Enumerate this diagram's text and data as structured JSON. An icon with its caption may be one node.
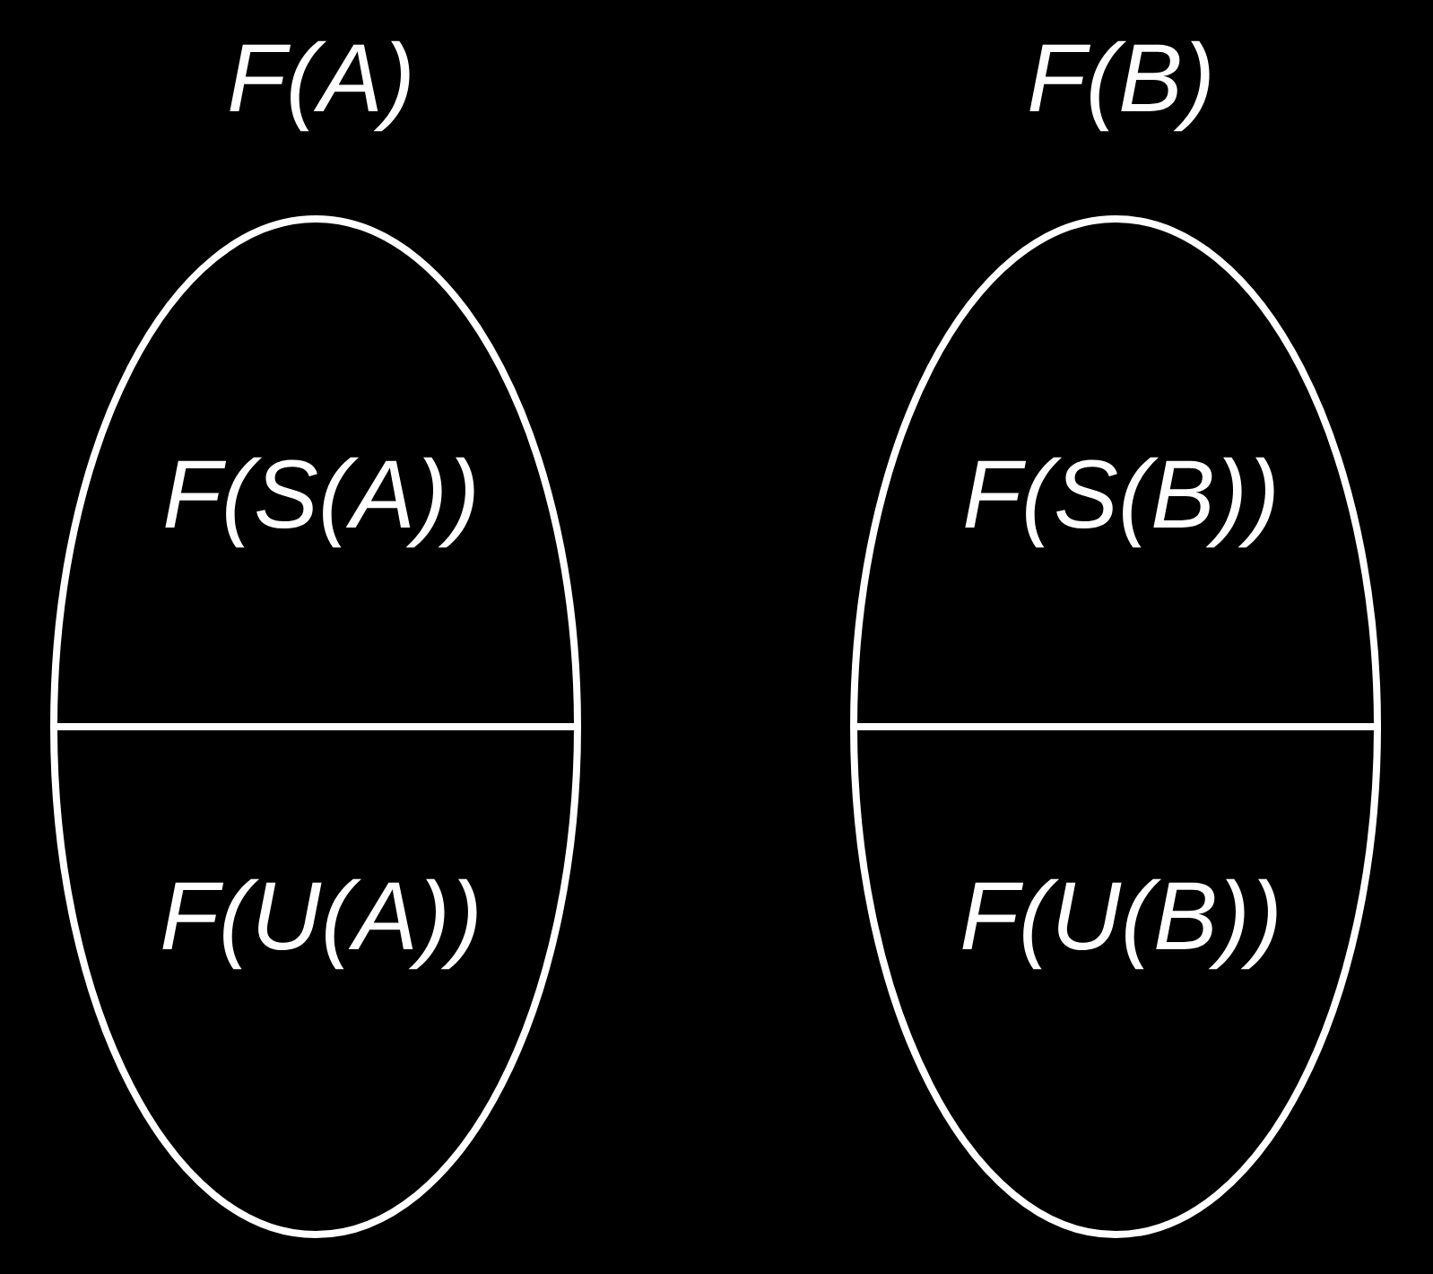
{
  "diagram": {
    "nodes": [
      {
        "text": [
          "F(A)",
          "F(S(A))",
          "F(U(A))"
        ]
      },
      {
        "text": [
          "F(B)",
          "F(S(B))",
          "F(U(B))"
        ]
      }
    ]
  }
}
